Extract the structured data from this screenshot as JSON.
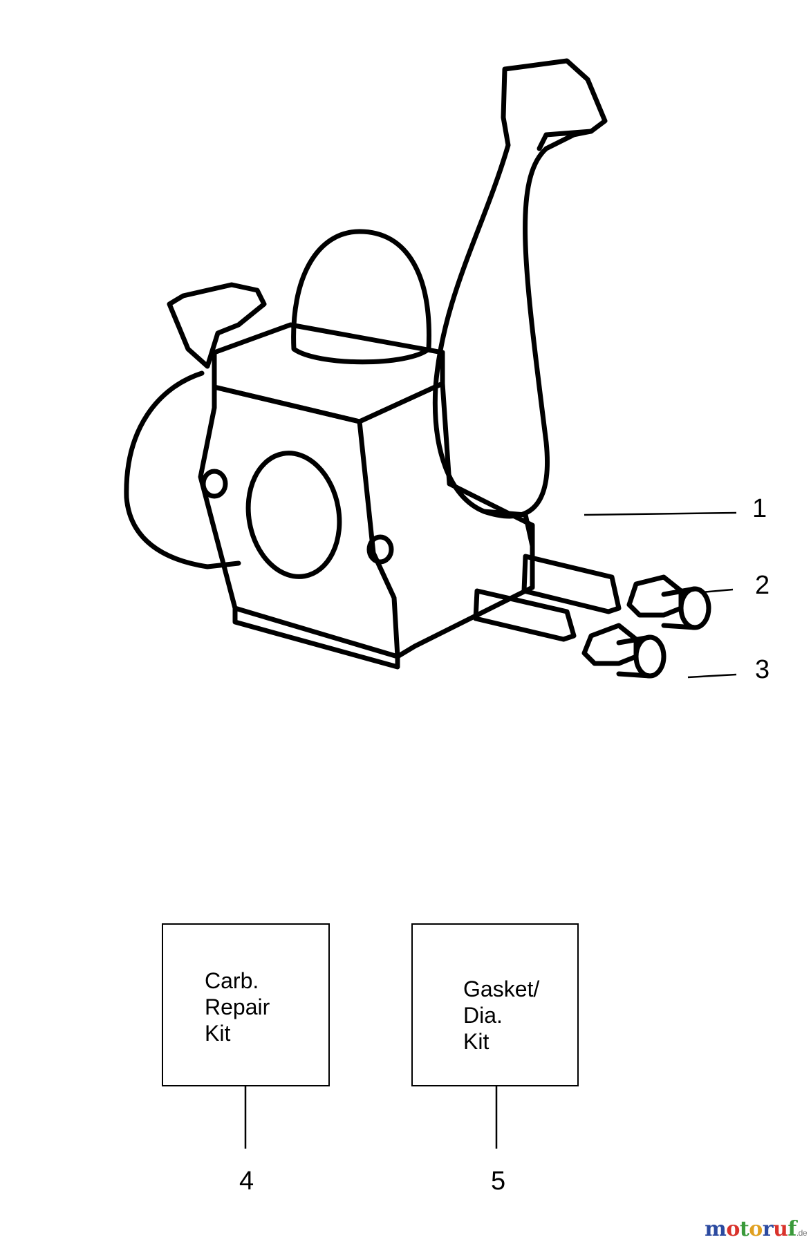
{
  "callouts": [
    "1",
    "2",
    "3",
    "4",
    "5"
  ],
  "kits": [
    {
      "lines": "Carb.\nRepair\nKit",
      "number": "4"
    },
    {
      "lines": "Gasket/\nDia.\nKit",
      "number": "5"
    }
  ],
  "watermark": {
    "letters": [
      "m",
      "o",
      "t",
      "o",
      "r",
      "u",
      "f"
    ],
    "colors": [
      "#2b4aa0",
      "#d9322b",
      "#3a9a3a",
      "#e0a020",
      "#2b4aa0",
      "#d9322b",
      "#3a9a3a"
    ],
    "suffix": ".de"
  }
}
